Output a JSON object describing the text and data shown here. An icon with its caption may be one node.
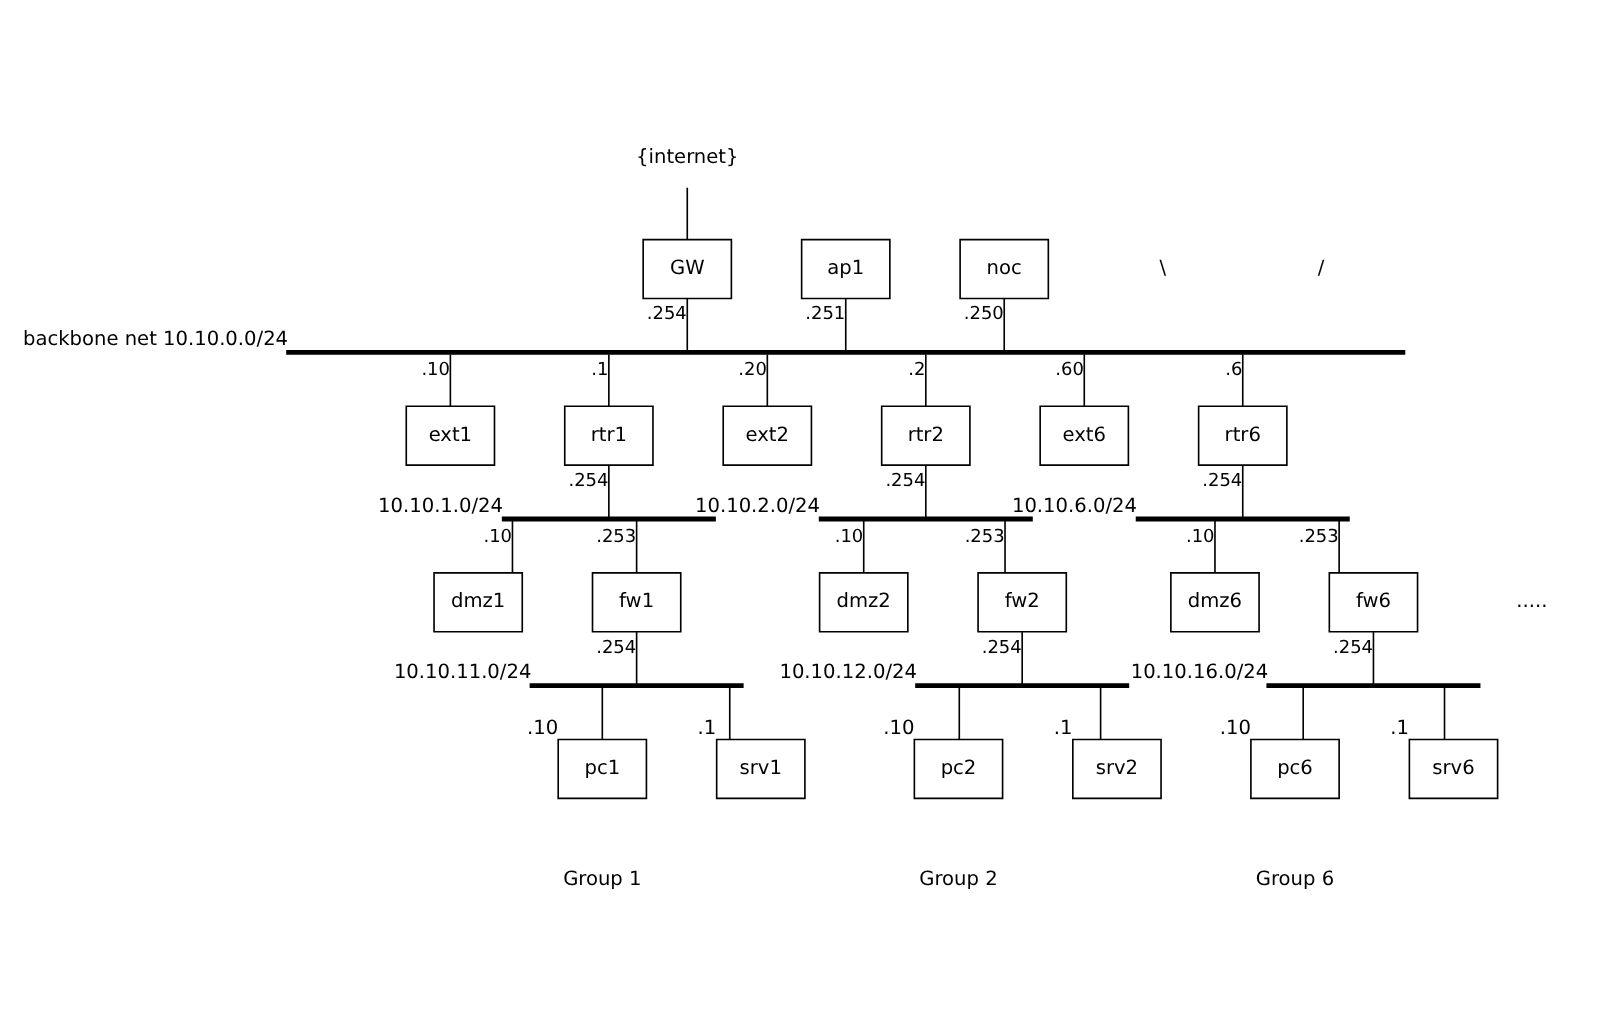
{
  "diagram": {
    "nodes": [
      {
        "text": [
          "{internet}"
        ]
      },
      {
        "text": [
          "GW"
        ]
      },
      {
        "text": [
          "ap1"
        ]
      },
      {
        "text": [
          "noc"
        ]
      },
      {
        "text": [],
        "shape": "bar",
        "beside": [
          "backbone net 10.10.0.0/24"
        ]
      },
      {
        "text": [
          "ext1"
        ]
      },
      {
        "text": [
          "rtr1"
        ]
      },
      {
        "text": [],
        "shape": "bar",
        "beside": [
          "10.10.1.0/24"
        ]
      },
      {
        "text": [
          "dmz1"
        ]
      },
      {
        "text": [
          "fw1"
        ]
      },
      {
        "text": [],
        "shape": "bar",
        "beside": [
          "10.10.11.0/24"
        ]
      },
      {
        "text": [
          "pc1"
        ],
        "beside": [
          ".10"
        ]
      },
      {
        "text": [
          "srv1"
        ],
        "beside": [
          ".1"
        ]
      },
      {
        "text": [
          "ext2"
        ]
      },
      {
        "text": [
          "rtr2"
        ]
      },
      {
        "text": [],
        "shape": "bar",
        "beside": [
          "10.10.2.0/24"
        ]
      },
      {
        "text": [
          "dmz2"
        ]
      },
      {
        "text": [
          "fw2"
        ]
      },
      {
        "text": [],
        "shape": "bar",
        "beside": [
          "10.10.12.0/24"
        ]
      },
      {
        "text": [
          "pc2"
        ],
        "beside": [
          ".10"
        ]
      },
      {
        "text": [
          "srv2"
        ],
        "beside": [
          ".1"
        ]
      },
      {
        "text": [
          "ext6"
        ]
      },
      {
        "text": [
          "rtr6"
        ]
      },
      {
        "text": [],
        "shape": "bar",
        "beside": [
          "10.10.6.0/24"
        ]
      },
      {
        "text": [
          "dmz6"
        ]
      },
      {
        "text": [
          "fw6"
        ]
      },
      {
        "text": [],
        "shape": "bar",
        "beside": [
          "10.10.16.0/24"
        ]
      },
      {
        "text": [
          "pc6"
        ],
        "beside": [
          ".10"
        ]
      },
      {
        "text": [
          "srv6"
        ],
        "beside": [
          ".1"
        ]
      }
    ],
    "edges": [
      {
        "from": 0,
        "to": 1,
        "arrow": "none"
      },
      {
        "from": 1,
        "to": 4,
        "arrow": "none",
        "label": ".254"
      },
      {
        "from": 2,
        "to": 4,
        "arrow": "none",
        "label": ".251"
      },
      {
        "from": 3,
        "to": 4,
        "arrow": "none",
        "label": ".250"
      },
      {
        "from": 4,
        "to": 5,
        "arrow": "none",
        "label": ".10"
      },
      {
        "from": 4,
        "to": 6,
        "arrow": "none",
        "label": ".1"
      },
      {
        "from": 6,
        "to": 7,
        "arrow": "none",
        "label": ".254"
      },
      {
        "from": 7,
        "to": 8,
        "arrow": "none",
        "label": ".10"
      },
      {
        "from": 7,
        "to": 9,
        "arrow": "none",
        "label": ".253"
      },
      {
        "from": 9,
        "to": 10,
        "arrow": "none",
        "label": ".254"
      },
      {
        "from": 10,
        "to": 11,
        "arrow": "none"
      },
      {
        "from": 10,
        "to": 12,
        "arrow": "none"
      },
      {
        "from": 4,
        "to": 13,
        "arrow": "none",
        "label": ".20"
      },
      {
        "from": 4,
        "to": 14,
        "arrow": "none",
        "label": ".2"
      },
      {
        "from": 14,
        "to": 15,
        "arrow": "none",
        "label": ".254"
      },
      {
        "from": 15,
        "to": 16,
        "arrow": "none",
        "label": ".10"
      },
      {
        "from": 15,
        "to": 17,
        "arrow": "none",
        "label": ".253"
      },
      {
        "from": 17,
        "to": 18,
        "arrow": "none",
        "label": ".254"
      },
      {
        "from": 18,
        "to": 19,
        "arrow": "none"
      },
      {
        "from": 18,
        "to": 20,
        "arrow": "none"
      },
      {
        "from": 4,
        "to": 21,
        "arrow": "none",
        "label": ".60"
      },
      {
        "from": 4,
        "to": 22,
        "arrow": "none",
        "label": ".6"
      },
      {
        "from": 22,
        "to": 23,
        "arrow": "none",
        "label": ".254"
      },
      {
        "from": 23,
        "to": 24,
        "arrow": "none",
        "label": ".10"
      },
      {
        "from": 23,
        "to": 25,
        "arrow": "none",
        "label": ".253"
      },
      {
        "from": 25,
        "to": 26,
        "arrow": "none",
        "label": ".254"
      },
      {
        "from": 26,
        "to": 27,
        "arrow": "none"
      },
      {
        "from": 26,
        "to": 28,
        "arrow": "none"
      }
    ],
    "labels": [
      "\\",
      "/",
      ".....",
      "Group 1",
      "Group 2",
      "Group 6"
    ]
  }
}
